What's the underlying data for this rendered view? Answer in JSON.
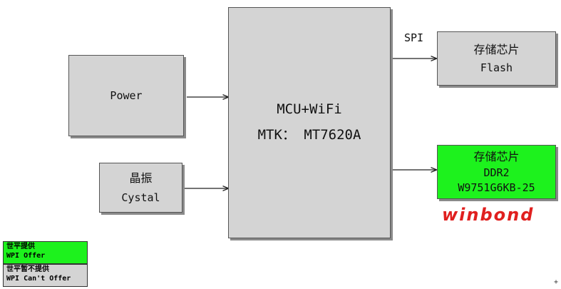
{
  "mcu": {
    "line1": "MCU+WiFi",
    "line2": "MTK：  MT7620A"
  },
  "power": {
    "label": "Power"
  },
  "crystal": {
    "line1": "晶振",
    "line2": "Cystal"
  },
  "flash": {
    "line1": "存储芯片",
    "line2": "Flash"
  },
  "ddr": {
    "line1": "存储芯片",
    "line2": "DDR2",
    "line3": "W9751G6KB-25"
  },
  "spi_label": "SPI",
  "logo_text": "winbond",
  "legend": {
    "offer_cn": "世平提供",
    "offer_en": "WPI Offer",
    "not_offer_cn": "世平暂不提供",
    "not_offer_en": "WPI Can't Offer"
  },
  "colors": {
    "offered": "#1df21d",
    "not_offered": "#d4d4d4",
    "logo": "#e0201f"
  }
}
